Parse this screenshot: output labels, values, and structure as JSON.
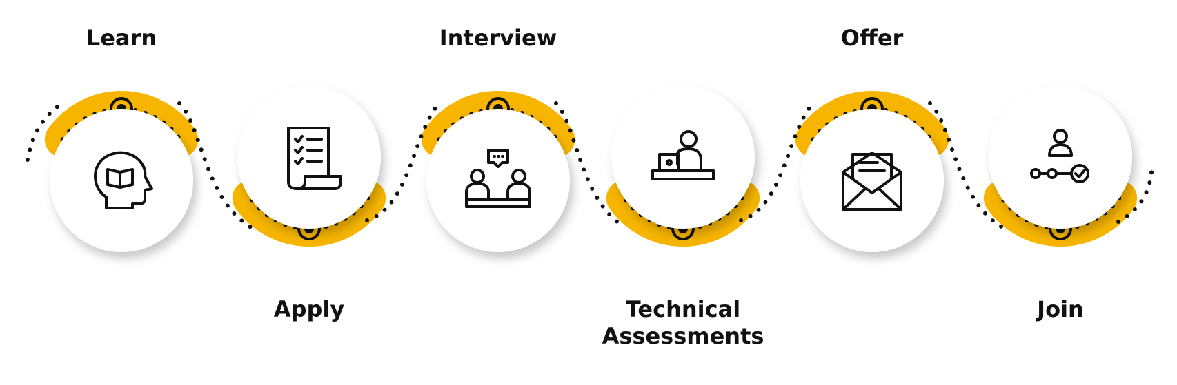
{
  "colors": {
    "accent": "#F7B500",
    "ink": "#111111",
    "circle_fill": "#FFFFFF"
  },
  "steps": [
    {
      "label": "Learn",
      "icon": "head-book-icon",
      "position": "top"
    },
    {
      "label": "Apply",
      "icon": "checklist-scroll-icon",
      "position": "bottom"
    },
    {
      "label": "Interview",
      "icon": "meeting-chat-icon",
      "position": "top"
    },
    {
      "label": "Technical\nAssessments",
      "icon": "person-laptop-desk-icon",
      "position": "bottom"
    },
    {
      "label": "Offer",
      "icon": "envelope-letter-icon",
      "position": "top"
    },
    {
      "label": "Join",
      "icon": "person-workflow-check-icon",
      "position": "bottom"
    }
  ]
}
